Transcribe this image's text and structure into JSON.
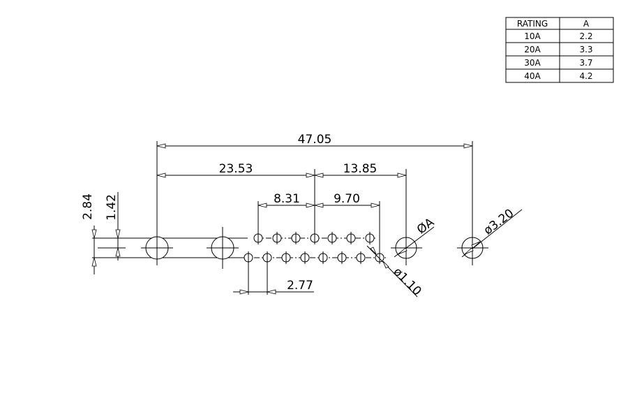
{
  "rating_table": {
    "headers": [
      "RATING",
      "A"
    ],
    "rows": [
      [
        "10A",
        "2.2"
      ],
      [
        "20A",
        "3.3"
      ],
      [
        "30A",
        "3.7"
      ],
      [
        "40A",
        "4.2"
      ]
    ]
  },
  "dimensions": {
    "overall": "47.05",
    "left_span": "23.53",
    "right_span": "13.85",
    "inner_left": "8.31",
    "inner_right": "9.70",
    "row_height": "2.84",
    "half_height": "1.42",
    "pitch": "2.77",
    "pin_diameter": "ø1.10",
    "hole_a": "ØA",
    "mount_hole": "ø3.20"
  }
}
